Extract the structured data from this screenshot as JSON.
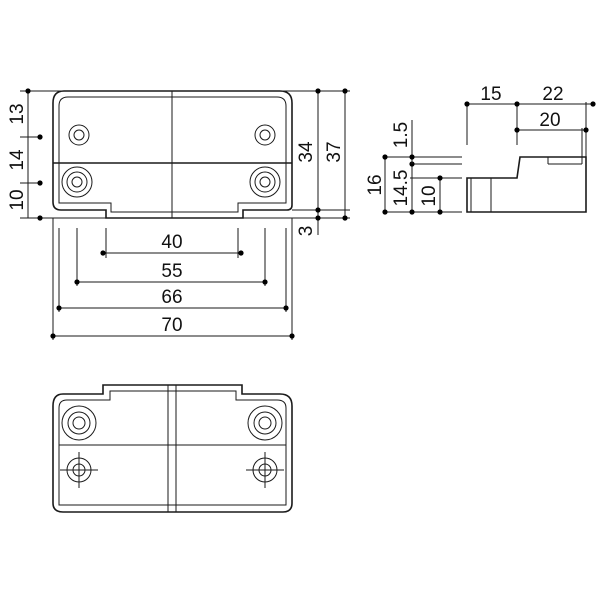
{
  "dimensions": {
    "front_view": {
      "width_overall": "70",
      "width_outer_holes": "66",
      "width_inner_holes": "55",
      "width_step": "40",
      "height_top": "13",
      "height_mid": "14",
      "height_bottom": "10",
      "height_body": "34",
      "height_total": "37",
      "height_step": "3"
    },
    "side_view": {
      "depth_left": "15",
      "depth_right": "22",
      "depth_inner": "20",
      "height_total": "16",
      "height_body": "14.5",
      "height_lower": "10",
      "height_gap": "1.5"
    }
  }
}
